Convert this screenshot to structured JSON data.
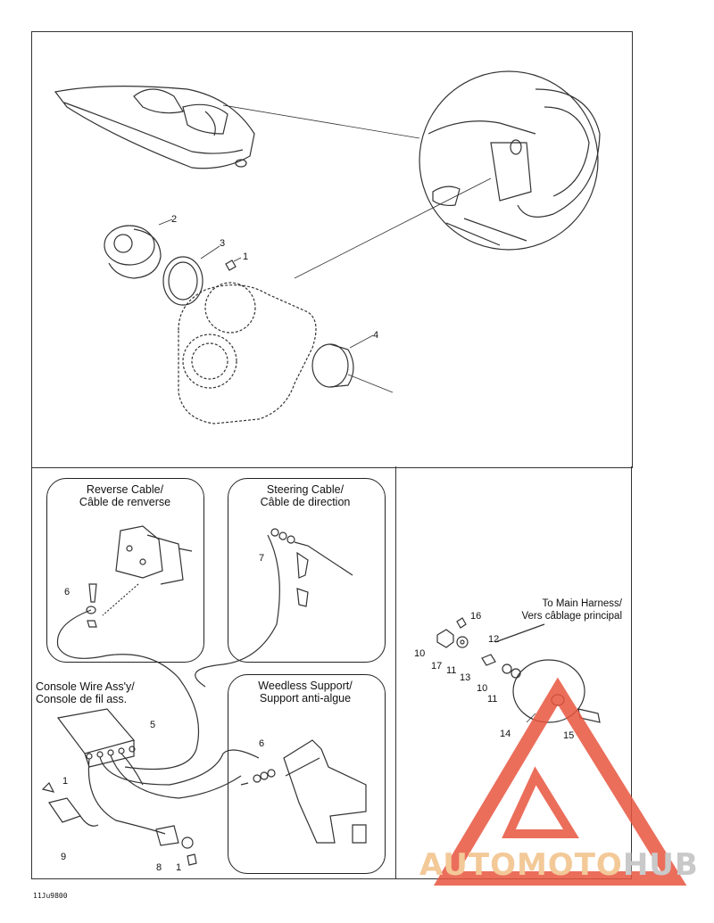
{
  "panels": {
    "reverse_cable": {
      "line1": "Reverse Cable/",
      "line2": "Câble de renverse"
    },
    "steering_cable": {
      "line1": "Steering Cable/",
      "line2": "Câble de direction"
    },
    "console_wire": {
      "line1": "Console Wire Ass'y/",
      "line2": "Console de fil ass."
    },
    "weedless_support": {
      "line1": "Weedless Support/",
      "line2": "Support anti-algue"
    },
    "main_harness": {
      "line1": "To Main Harness/",
      "line2": "Vers câblage principal"
    }
  },
  "callouts": {
    "top": [
      "2",
      "3",
      "1",
      "4"
    ],
    "reverse": [
      "6"
    ],
    "steering": [
      "7"
    ],
    "console": [
      "5",
      "1",
      "9",
      "8",
      "1"
    ],
    "weedless": [
      "6"
    ],
    "right": [
      "16",
      "12",
      "10",
      "17",
      "11",
      "13",
      "10",
      "11",
      "14",
      "15"
    ]
  },
  "drawing_code": "11Ju9800",
  "watermark": {
    "part1": "AUTOMOTO",
    "part2": "HUB",
    "color1": "#f3c998",
    "color2": "#c9c9c9",
    "triangle_color": "#e8553f"
  }
}
